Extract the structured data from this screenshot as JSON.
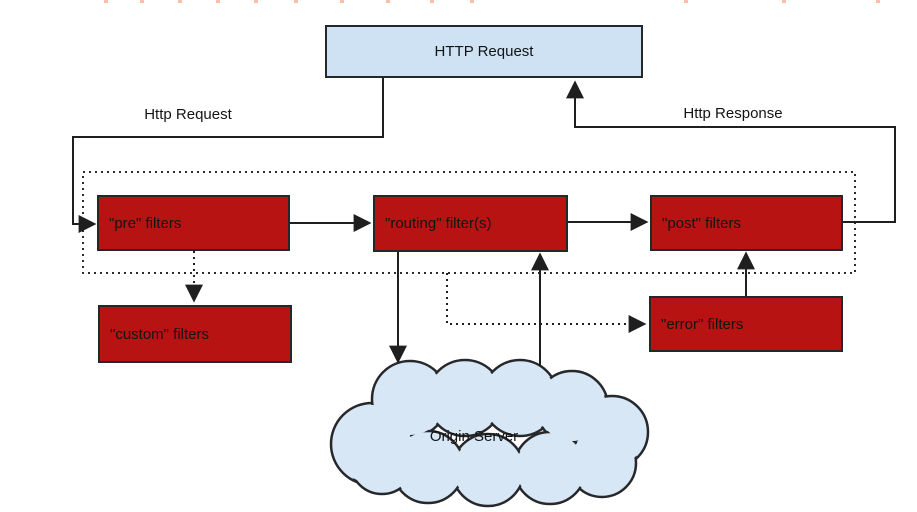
{
  "http_request_box": {
    "label": "HTTP Request"
  },
  "edge_labels": {
    "request": "Http Request",
    "response": "Http Response"
  },
  "filters": {
    "pre": {
      "label": "\"pre\" filters"
    },
    "routing": {
      "label": "\"routing\" filter(s)"
    },
    "post": {
      "label": "\"post\" filters"
    },
    "custom": {
      "label": "\"custom\" filters"
    },
    "error": {
      "label": "\"error\" filters"
    }
  },
  "origin_server": {
    "label": "Origin Server"
  },
  "colors": {
    "filter_box_fill": "#b61312",
    "request_box_fill": "#cfe2f3",
    "cloud_fill": "#d8e7f6",
    "connector": "#1f1f1f"
  }
}
